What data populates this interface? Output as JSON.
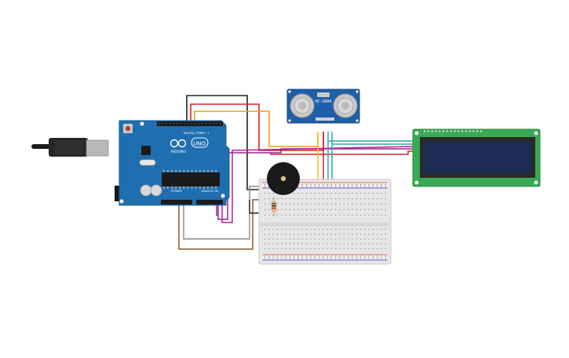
{
  "arduino": {
    "brand": "ARDUINO",
    "model": "UNO",
    "digital_label": "DIGITAL (PWM ~)",
    "power_label": "POWER",
    "analog_label": "ANALOG IN"
  },
  "sensor": {
    "model": "HC-SR04"
  },
  "colors": {
    "board": "#1f6fb0",
    "wire_red": "#d4262a",
    "wire_orange": "#e8a21a",
    "wire_black": "#222222",
    "wire_purple": "#8e2a8e",
    "wire_magenta": "#c2189a",
    "wire_brown": "#8a5a2b",
    "wire_teal": "#2aa9a9",
    "wire_yellow": "#e8c21a",
    "lcd_pcb": "#3aa955",
    "lcd_screen": "#1c2c55",
    "breadboard": "#e8e8e8"
  }
}
